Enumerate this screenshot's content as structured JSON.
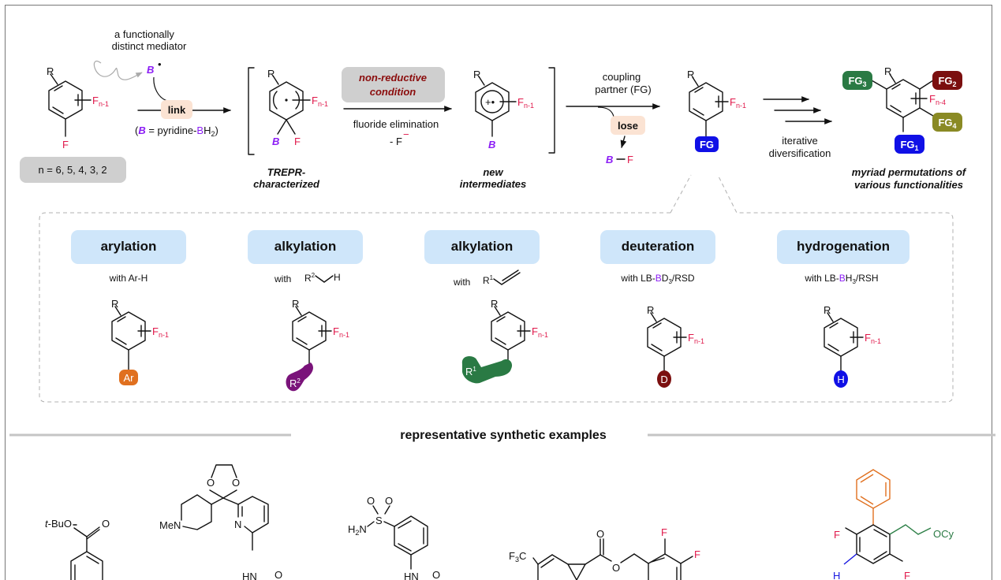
{
  "colors": {
    "fluorine": "#e0194b",
    "boron": "#8b1cf5",
    "fg_blue": "#1010e6",
    "fg_darkred": "#7b0f0f",
    "fg_green": "#2a7a44",
    "fg_olive": "#8a8a24",
    "aryl_orange": "#e0701f",
    "alkyl_purple": "#7a137a",
    "pill_blue": "#cfe6fa",
    "pill_peach": "#fbe3d3",
    "pill_gray": "#cfcfcf",
    "condition_text": "#8b0d0d"
  },
  "top": {
    "mediator_note": [
      "a functionally",
      "distinct mediator"
    ],
    "mediator_symbol": "B",
    "radical_dot": "•",
    "start_R": "R",
    "start_F": "F",
    "start_Fn": "F",
    "start_Fn_sub": "n-1",
    "n_values": "n = 6, 5, 4, 3, 2",
    "link_label": "link",
    "b_definition_open": "(",
    "b_definition_B": "B",
    "b_definition_mid": " = pyridine-",
    "b_definition_B2": "B",
    "b_definition_H": "H",
    "b_definition_sub": "2",
    "b_definition_close": ")",
    "intermediate1_caption": [
      "TREPR-",
      "characterized"
    ],
    "intermediate1_B": "B",
    "intermediate1_F": "F",
    "condition": [
      "non-reductive",
      "condition"
    ],
    "elimination": "fluoride elimination",
    "minus_F": "- F",
    "minus_sign": "−",
    "intermediate2_caption": [
      "new",
      "intermediates"
    ],
    "intermediate2_charge": "+•",
    "coupling": [
      "coupling",
      "partner (FG)"
    ],
    "lose_label": "lose",
    "byproduct_B": "B",
    "byproduct_F": "F",
    "product_FG": "FG",
    "iterative": [
      "iterative",
      "diversification"
    ],
    "final_Fn_sub": "n-4",
    "final_FG1": "FG",
    "final_FG2": "FG",
    "final_FG3": "FG",
    "final_FG4": "FG",
    "sub1": "1",
    "sub2": "2",
    "sub3": "3",
    "sub4": "4",
    "final_caption": [
      "myriad permutations of",
      "various functionalities"
    ]
  },
  "transformations": [
    {
      "title": "arylation",
      "reagent": "with Ar-H",
      "tag": "Ar"
    },
    {
      "title": "alkylation",
      "reagent_prefix": "with",
      "reagent_R": "R",
      "reagent_sup": "2",
      "reagent_H": "H",
      "tag": "R",
      "tag_sup": "2"
    },
    {
      "title": "alkylation",
      "reagent_prefix": "with",
      "reagent_R": "R",
      "reagent_sup": "1",
      "tag": "R",
      "tag_sup": "1"
    },
    {
      "title": "deuteration",
      "reagent_a": "with LB-",
      "reagent_B": "B",
      "reagent_b": "D",
      "reagent_sub": "3",
      "reagent_c": "/RSD",
      "tag": "D"
    },
    {
      "title": "hydrogenation",
      "reagent_a": "with LB-",
      "reagent_B": "B",
      "reagent_b": "H",
      "reagent_sub": "3",
      "reagent_c": "/RSH",
      "tag": "H"
    }
  ],
  "generic_R": "R",
  "generic_F": "F",
  "generic_Fsub": "n-1",
  "examples": {
    "section_title": "representative synthetic examples",
    "ex1_ester": "t",
    "ex1_ester_rest": "-BuO",
    "ex1_O": "O",
    "ex2_MeN": "MeN",
    "ex2_O1": "O",
    "ex2_O2": "O",
    "ex2_N": "N",
    "ex2_HN": "HN",
    "ex2_O3": "O",
    "ex3_O1": "O",
    "ex3_O2": "O",
    "ex3_S": "S",
    "ex3_H2N": "H",
    "ex3_H2N_sub": "2",
    "ex3_H2N_N": "N",
    "ex3_HN": "HN",
    "ex3_O3": "O",
    "ex4_F3C_F": "F",
    "ex4_F3C_sub": "3",
    "ex4_F3C_C": "C",
    "ex4_O1": "O",
    "ex4_O2": "O",
    "ex4_F1": "F",
    "ex4_F2": "F",
    "ex5_F1": "F",
    "ex5_F2": "F",
    "ex5_H": "H",
    "ex5_OCy": "OCy"
  }
}
